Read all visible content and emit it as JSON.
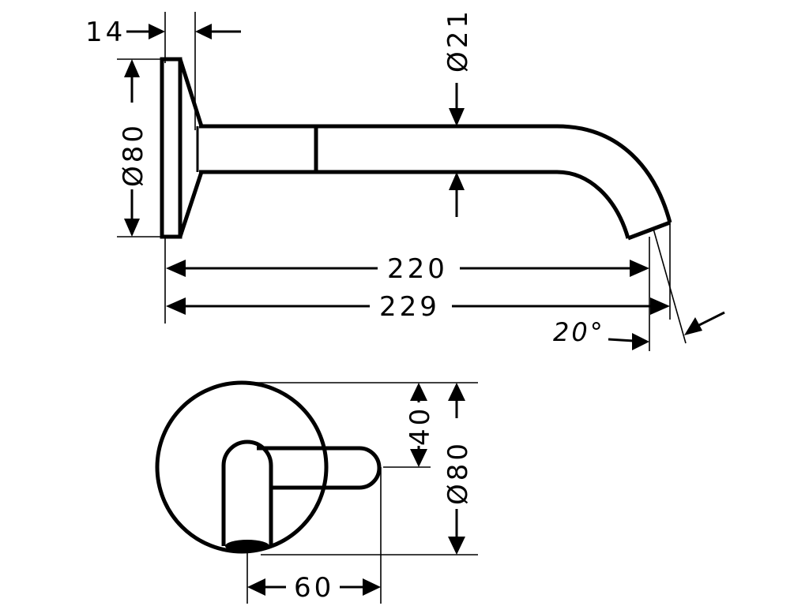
{
  "dimensions": {
    "flange_thickness": "14",
    "flange_diameter": "Ø80",
    "spout_diameter": "Ø21",
    "projection_short": "220",
    "projection_long": "229",
    "spout_angle": "20°",
    "lever_height": "40",
    "plate_diameter": "Ø80",
    "lever_length": "60"
  }
}
